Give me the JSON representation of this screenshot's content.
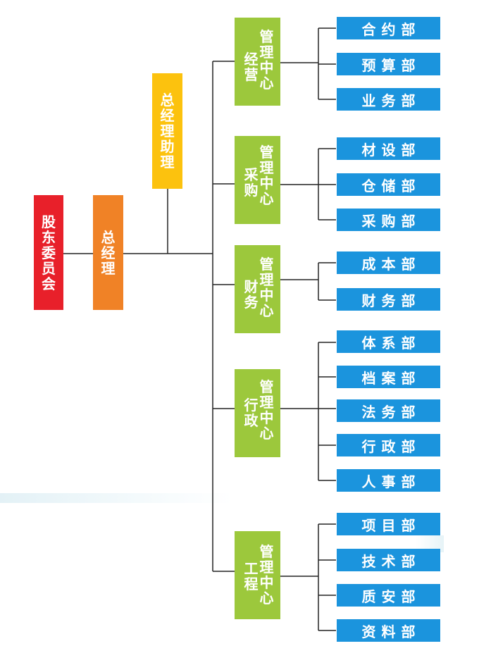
{
  "colors": {
    "board": "#e8202a",
    "gm": "#f08226",
    "assistant": "#fcc20e",
    "center": "#9cc83c",
    "dept": "#1b94dd",
    "line": "#222222"
  },
  "board": "股东委员会",
  "gm": "总经理",
  "assistant": "总经理助理",
  "centers": [
    {
      "a": "经营",
      "b": "管理中心",
      "depts": [
        "合约部",
        "预算部",
        "业务部"
      ]
    },
    {
      "a": "采购",
      "b": "管理中心",
      "depts": [
        "材设部",
        "仓储部",
        "采购部"
      ]
    },
    {
      "a": "财务",
      "b": "管理中心",
      "depts": [
        "成本部",
        "财务部"
      ]
    },
    {
      "a": "行政",
      "b": "管理中心",
      "depts": [
        "体系部",
        "档案部",
        "法务部",
        "行政部",
        "人事部"
      ]
    },
    {
      "a": "工程",
      "b": "管理中心",
      "depts": [
        "项目部",
        "技术部",
        "质安部",
        "资料部"
      ]
    }
  ]
}
